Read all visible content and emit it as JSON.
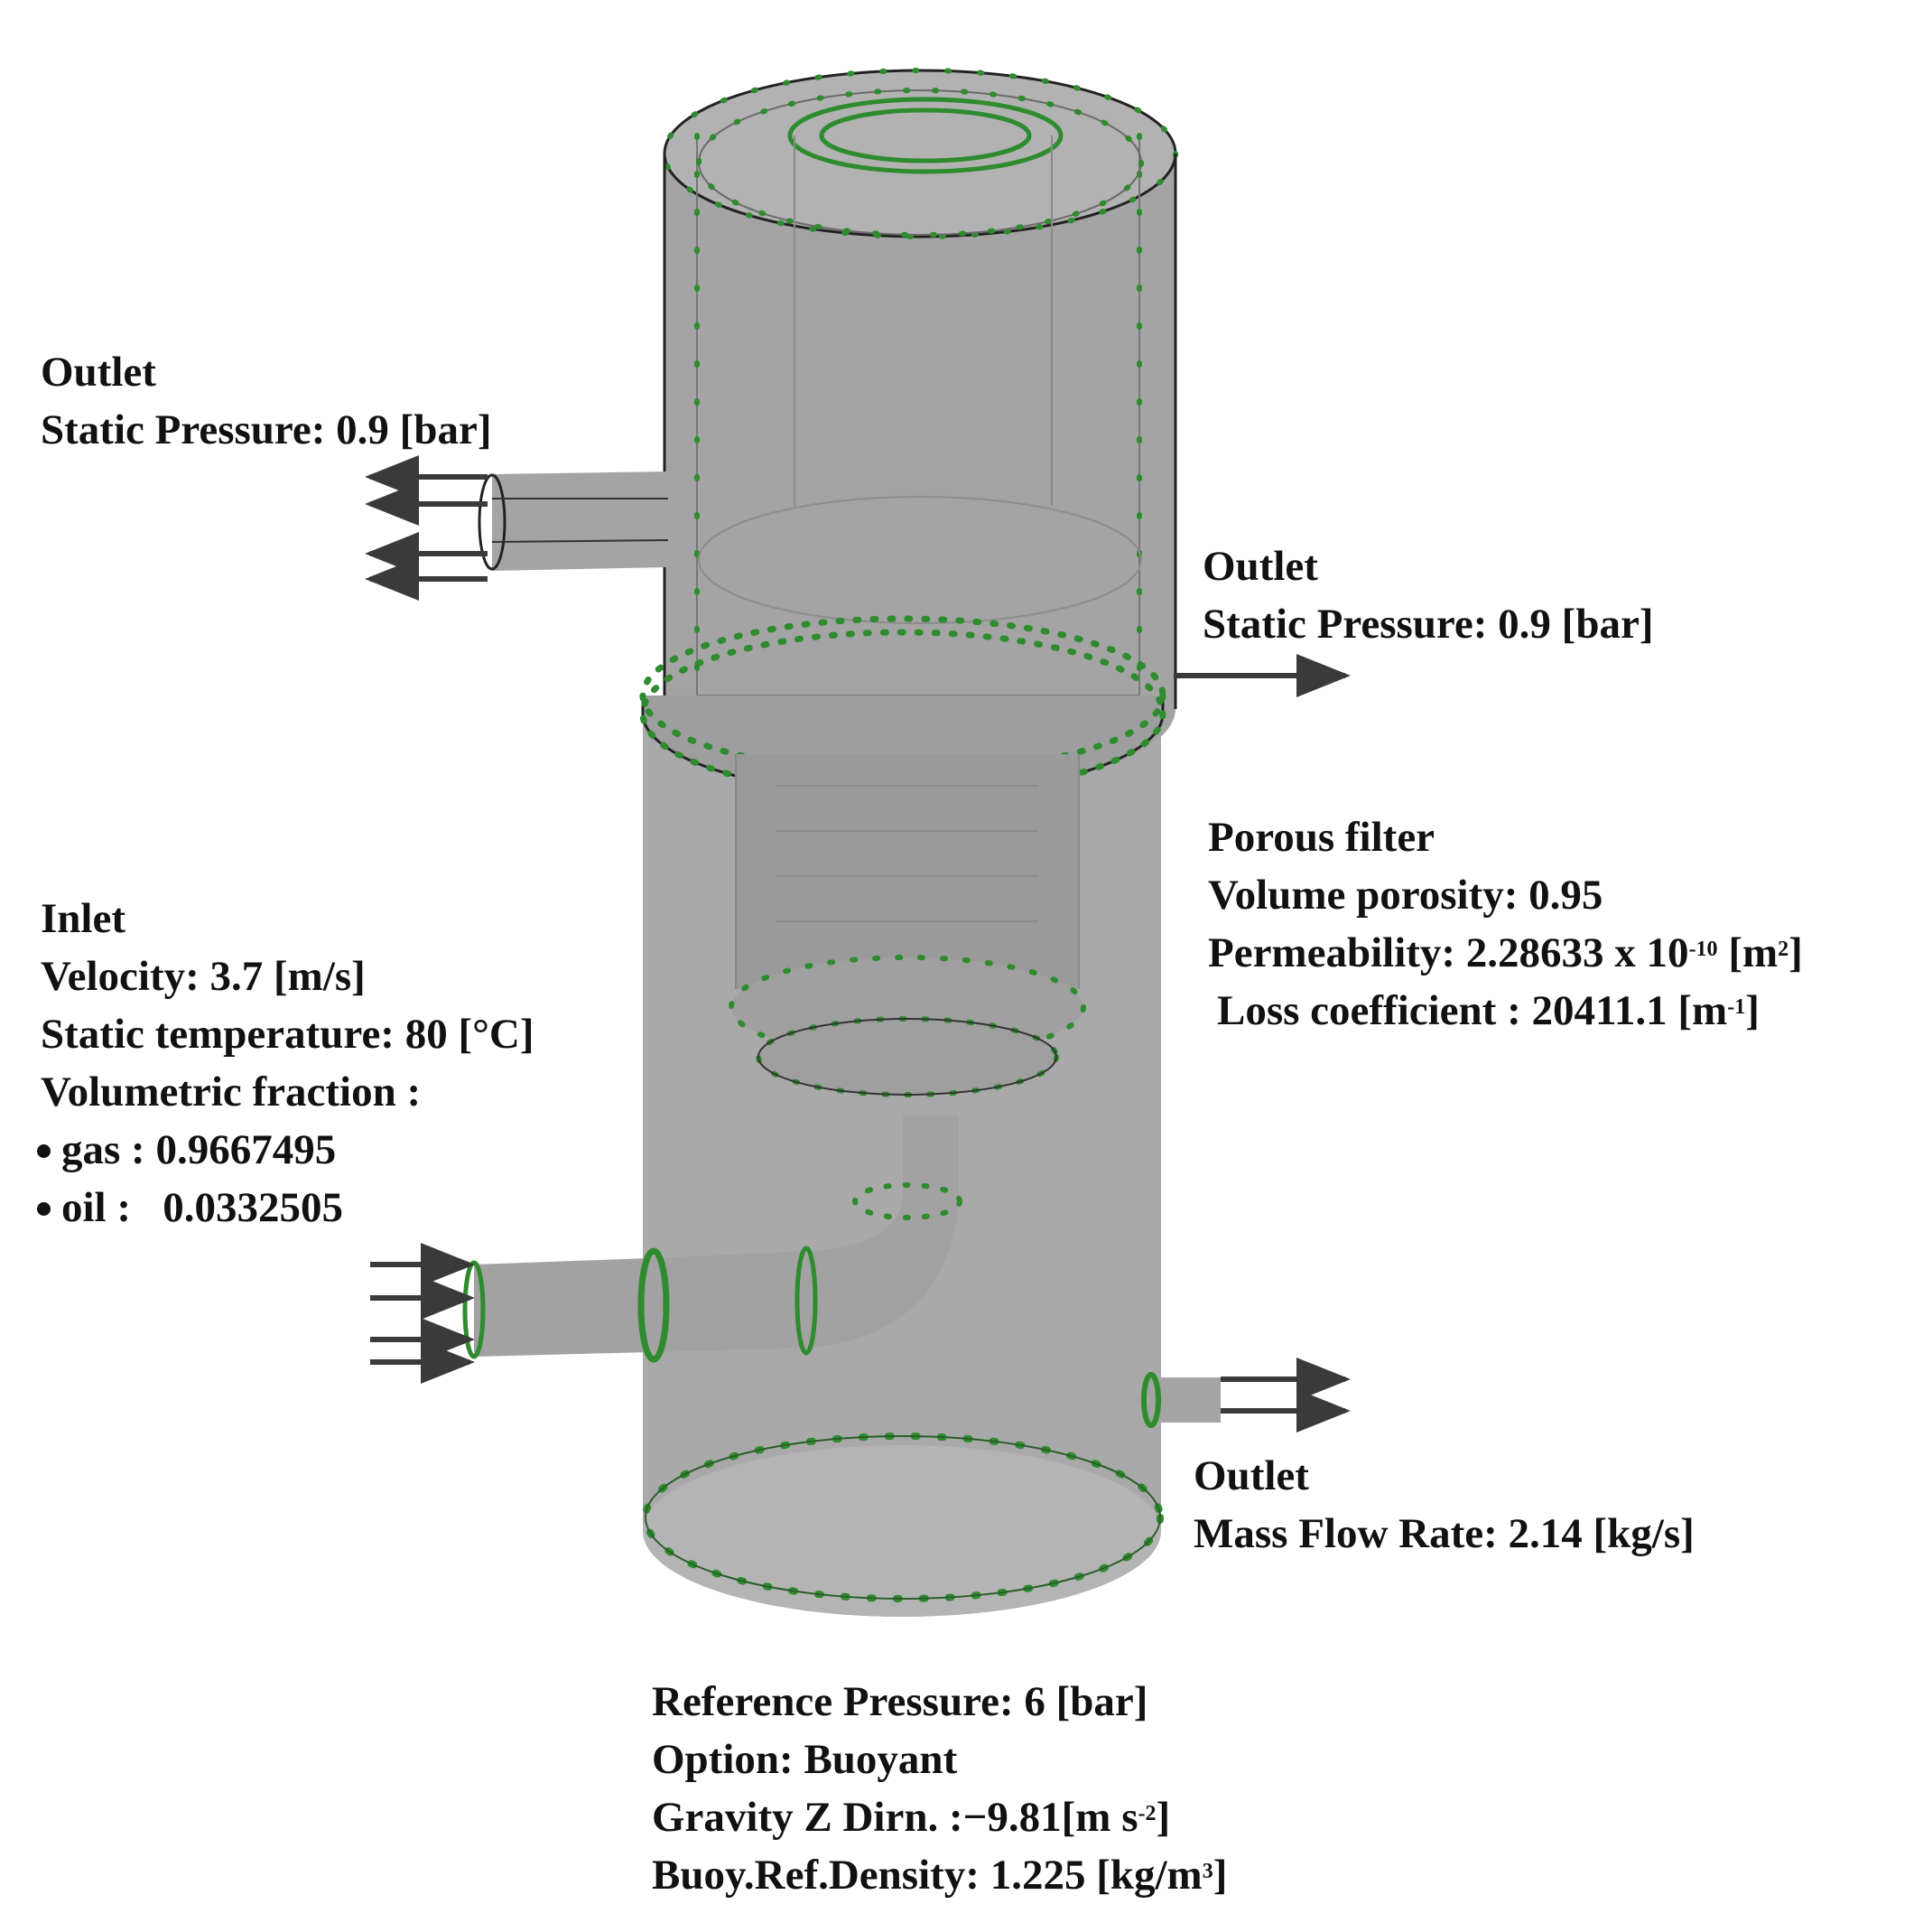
{
  "outlet_top_left": {
    "title": "Outlet",
    "line": "Static Pressure: 0.9 [bar]"
  },
  "outlet_top_right": {
    "title": "Outlet",
    "line": "Static Pressure: 0.9 [bar]"
  },
  "porous_filter": {
    "title": "Porous filter",
    "porosity": "Volume porosity: 0.95",
    "permeability_prefix": "Permeability: 2.28633 x 10",
    "permeability_exp": "-10",
    "permeability_unit_open": " [m",
    "permeability_unit_exp": "2",
    "permeability_unit_close": "]",
    "loss_prefix": "Loss coefficient : 20411.1 [m",
    "loss_exp": "-1",
    "loss_close": "]"
  },
  "inlet": {
    "title": "Inlet",
    "velocity": "Velocity: 3.7 [m/s]",
    "temperature": "Static temperature: 80 [°C]",
    "fraction_label": "Volumetric fraction :",
    "gas": "gas : 0.9667495",
    "oil": "oil :   0.0332505"
  },
  "outlet_bottom_right": {
    "title": "Outlet",
    "line": "Mass Flow Rate: 2.14 [kg/s]"
  },
  "domain": {
    "ref_pressure": "Reference Pressure: 6 [bar]",
    "option": "Option: Buoyant",
    "gravity_prefix": "Gravity Z Dirn. :−9.81[m s",
    "gravity_exp": "-2",
    "gravity_close": "]",
    "density_prefix": "Buoy.Ref.Density: 1.225 [kg/m",
    "density_exp": "3",
    "density_close": "]"
  },
  "colors": {
    "body": "#a9a9a9",
    "edge": "#1f1f1f",
    "node": "#2e8b2e",
    "arrow": "#3a3a3a"
  }
}
